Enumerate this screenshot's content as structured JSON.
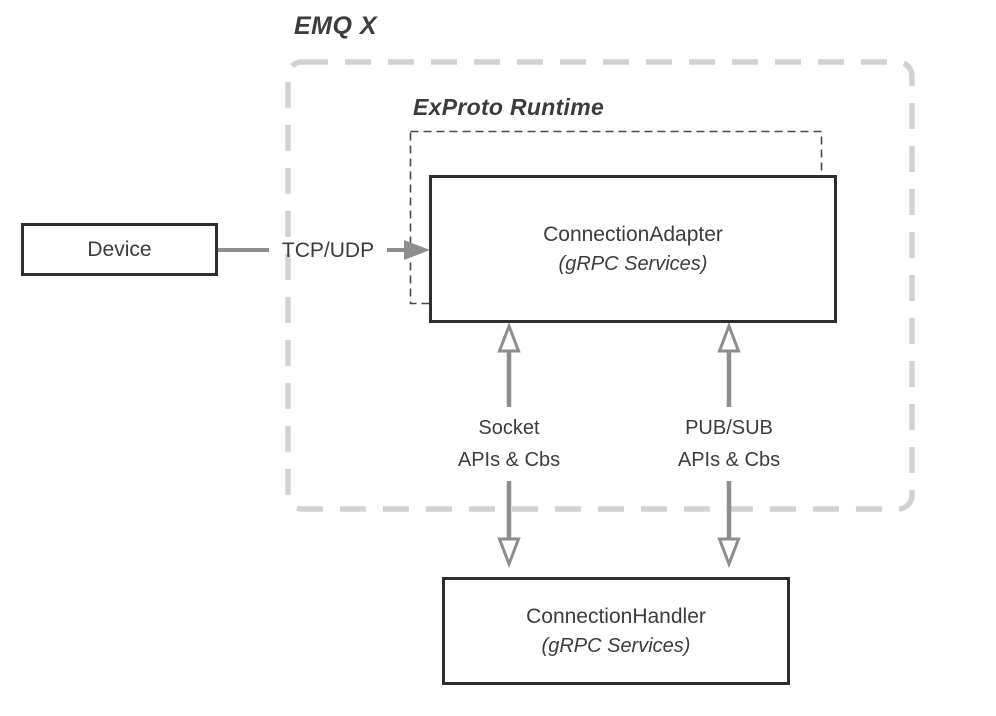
{
  "diagram": {
    "title": "EMQ X",
    "runtime": {
      "label": "ExProto Runtime"
    },
    "nodes": {
      "device": {
        "label": "Device"
      },
      "connection_adapter": {
        "label": "ConnectionAdapter",
        "sublabel": "(gRPC Services)"
      },
      "connection_handler": {
        "label": "ConnectionHandler",
        "sublabel": "(gRPC Services)"
      }
    },
    "edges": {
      "tcp_udp": {
        "label": "TCP/UDP",
        "direction": "right",
        "from": "device",
        "to": "connection_adapter"
      },
      "socket": {
        "label_line1": "Socket",
        "label_line2": "APIs & Cbs",
        "direction": "both",
        "from": "connection_adapter",
        "to": "connection_handler"
      },
      "pub_sub": {
        "label_line1": "PUB/SUB",
        "label_line2": "APIs & Cbs",
        "direction": "both",
        "from": "connection_adapter",
        "to": "connection_handler"
      }
    },
    "colors": {
      "box_border": "#2e2e2e",
      "outer_dash": "#d2d2d2",
      "inner_dash": "#4a4a4a",
      "arrow": "#8e8e8e",
      "text": "#3c3c3c",
      "background": "#ffffff"
    }
  }
}
